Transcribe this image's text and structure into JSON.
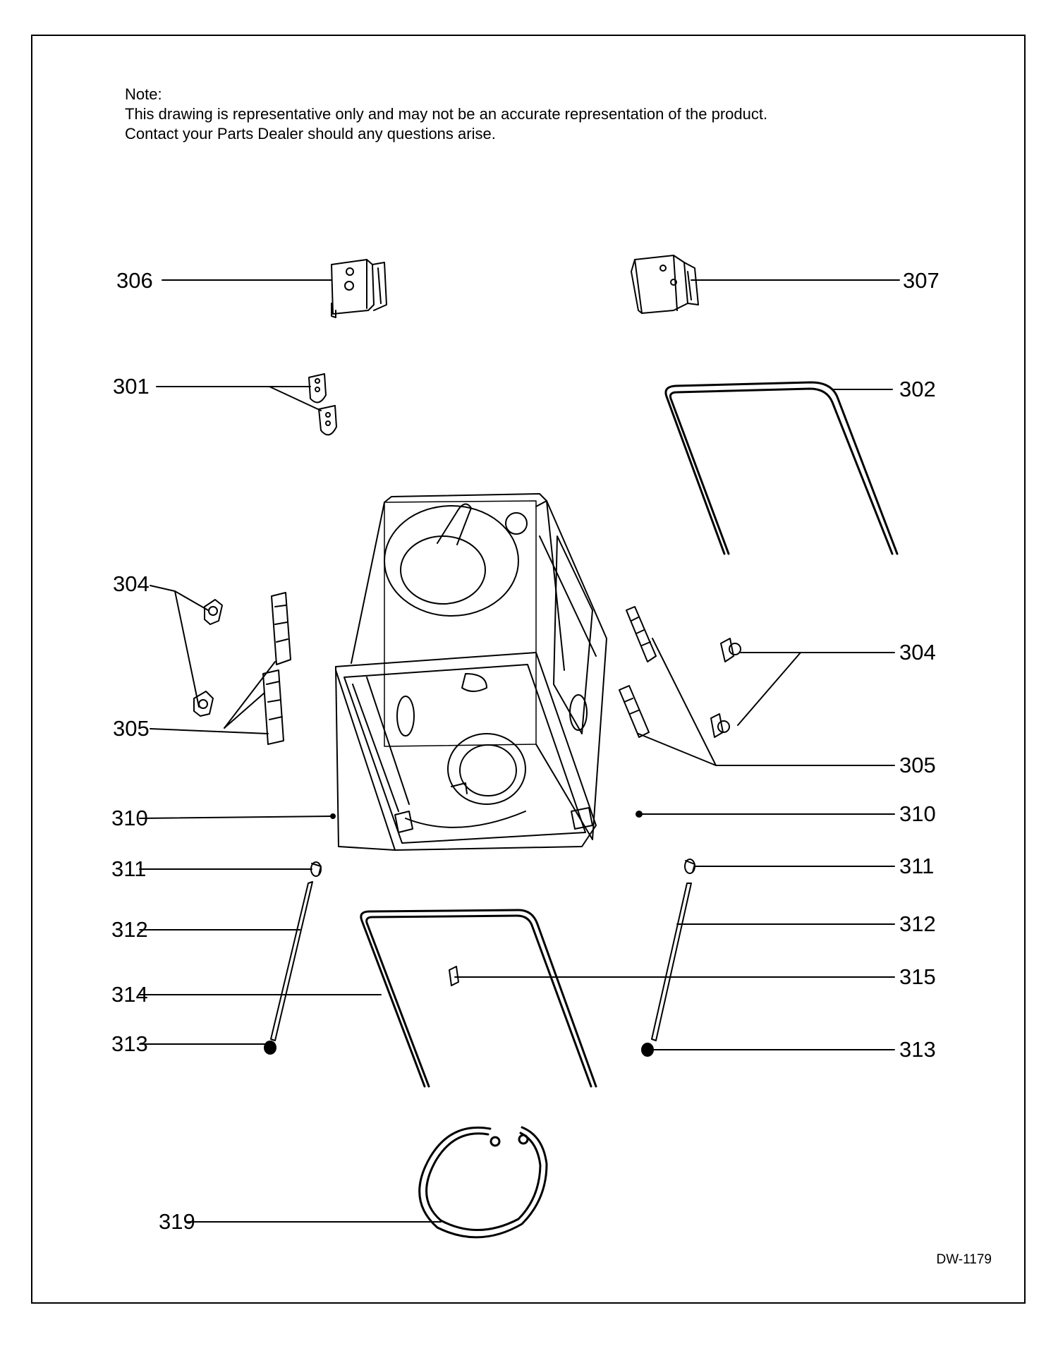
{
  "note": {
    "heading": "Note:",
    "line1": "This drawing is representative only and may not be an accurate representation of the product.",
    "line2": "Contact your Parts Dealer should any questions arise."
  },
  "drawing_code": "DW-1179",
  "callouts": [
    {
      "id": "306",
      "label": "306"
    },
    {
      "id": "307",
      "label": "307"
    },
    {
      "id": "301",
      "label": "301"
    },
    {
      "id": "302",
      "label": "302"
    },
    {
      "id": "304-left",
      "label": "304"
    },
    {
      "id": "304-right",
      "label": "304"
    },
    {
      "id": "305-left",
      "label": "305"
    },
    {
      "id": "305-right",
      "label": "305"
    },
    {
      "id": "310-left",
      "label": "310"
    },
    {
      "id": "310-right",
      "label": "310"
    },
    {
      "id": "311-left",
      "label": "311"
    },
    {
      "id": "311-right",
      "label": "311"
    },
    {
      "id": "312-left",
      "label": "312"
    },
    {
      "id": "312-right",
      "label": "312"
    },
    {
      "id": "314",
      "label": "314"
    },
    {
      "id": "315",
      "label": "315"
    },
    {
      "id": "313-left",
      "label": "313"
    },
    {
      "id": "313-right",
      "label": "313"
    },
    {
      "id": "319",
      "label": "319"
    }
  ]
}
